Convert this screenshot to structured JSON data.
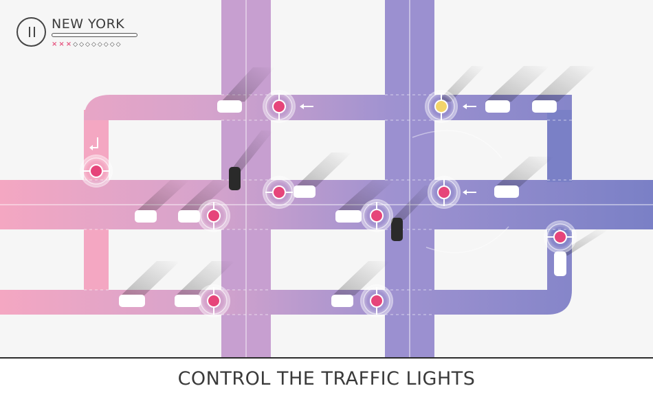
{
  "hud": {
    "city_name": "NEW YORK",
    "level_progress": 0.0,
    "strikes": [
      "x",
      "x",
      "x",
      "d",
      "d",
      "d",
      "d",
      "d",
      "d",
      "d",
      "d"
    ]
  },
  "caption": "CONTROL THE TRAFFIC LIGHTS",
  "colors": {
    "road_pink": "#f4a7c2",
    "road_violet": "#c79fd0",
    "road_purple": "#9b90d0",
    "road_blue": "#7a80c6",
    "light_red": "#e6457a",
    "light_yellow": "#f2d46a",
    "car_white": "#ffffff",
    "car_dark": "#2a2a2a",
    "background": "#f6f6f6",
    "caption_text": "#3a3a3a"
  },
  "icons": {
    "pause": "pause-icon",
    "direction_arrow": "left-arrow-icon",
    "turn_arrow": "turn-arrow-icon"
  }
}
